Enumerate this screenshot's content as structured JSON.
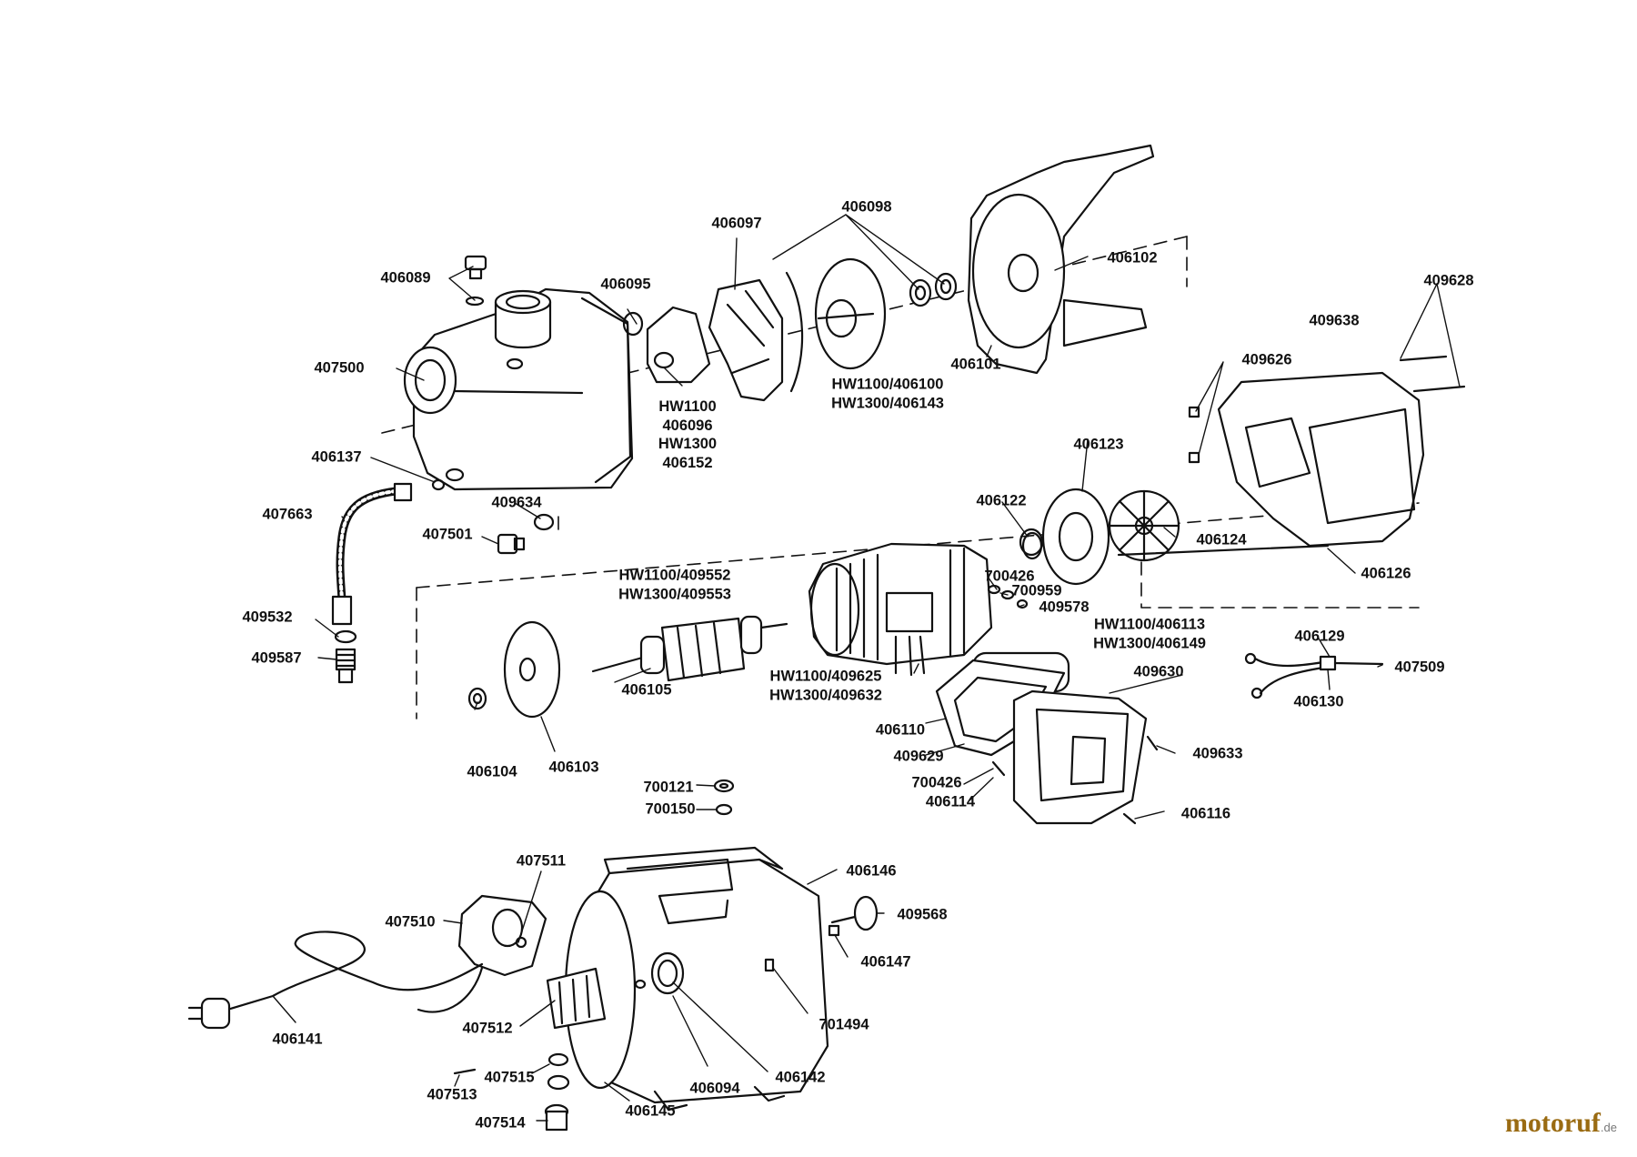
{
  "labels": {
    "l406089": "406089",
    "l407500": "407500",
    "l406095": "406095",
    "l406097": "406097",
    "l406098": "406098",
    "l406102": "406102",
    "l406101": "406101",
    "l409628": "409628",
    "l409638": "409638",
    "l409626": "409626",
    "l406096": "HW1100\n406096\nHW1300\n406152",
    "l406100": "HW1100/406100\nHW1300/406143",
    "l406137": "406137",
    "l407663": "407663",
    "l409634": "409634",
    "l407501": "407501",
    "l406123": "406123",
    "l406122": "406122",
    "l406124": "406124",
    "l406126": "406126",
    "l409552": "HW1100/409552\nHW1300/409553",
    "l700426a": "700426",
    "l700959": "700959",
    "l409578": "409578",
    "l406113": "HW1100/406113\nHW1300/406149",
    "l406129": "406129",
    "l407509": "407509",
    "l406130": "406130",
    "l409532": "409532",
    "l409587": "409587",
    "l406105": "406105",
    "l409625": "HW1100/409625\nHW1300/409632",
    "l409630": "409630",
    "l406110": "406110",
    "l409629": "409629",
    "l409633": "409633",
    "l700426b": "700426",
    "l406114": "406114",
    "l406116": "406116",
    "l406104": "406104",
    "l406103": "406103",
    "l700121": "700121",
    "l700150": "700150",
    "l407511": "407511",
    "l406146": "406146",
    "l407510": "407510",
    "l409568": "409568",
    "l406147": "406147",
    "l406141": "406141",
    "l407512": "407512",
    "l701494": "701494",
    "l407515": "407515",
    "l407513": "407513",
    "l406094": "406094",
    "l406142": "406142",
    "l406145": "406145",
    "l407514": "407514"
  },
  "logo": {
    "name": "motoruf",
    "tld": ".de"
  },
  "colors": {
    "ink": "#111111",
    "logo": "#9a6b12",
    "logo_accent": "#2a3d8f"
  }
}
